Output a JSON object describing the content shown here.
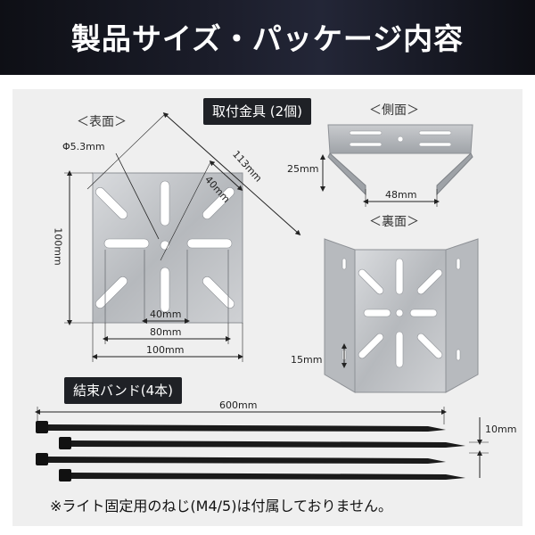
{
  "header": {
    "title": "製品サイズ・パッケージ内容"
  },
  "bracket": {
    "tag": "取付金具 (2個)",
    "front_label": "＜表面＞",
    "side_label": "＜側面＞",
    "back_label": "＜裏面＞",
    "dims": {
      "hole": "Φ5.3mm",
      "diag_outer": "113mm",
      "diag_inner": "40mm",
      "height": "100mm",
      "inner_width": "40mm",
      "mid_width": "80mm",
      "outer_width": "100mm",
      "side_height": "25mm",
      "side_width": "48mm",
      "back_slot": "15mm"
    }
  },
  "ties": {
    "tag": "結束バンド(4本)",
    "length": "600mm",
    "width": "10mm"
  },
  "note": "※ライト固定用のねじ(M4/5)は付属しておりません。",
  "colors": {
    "header_bg": "#1b1d2a",
    "panel_bg": "#efefef",
    "tag_bg": "#1f2126",
    "metal": "#bfc2c6"
  }
}
